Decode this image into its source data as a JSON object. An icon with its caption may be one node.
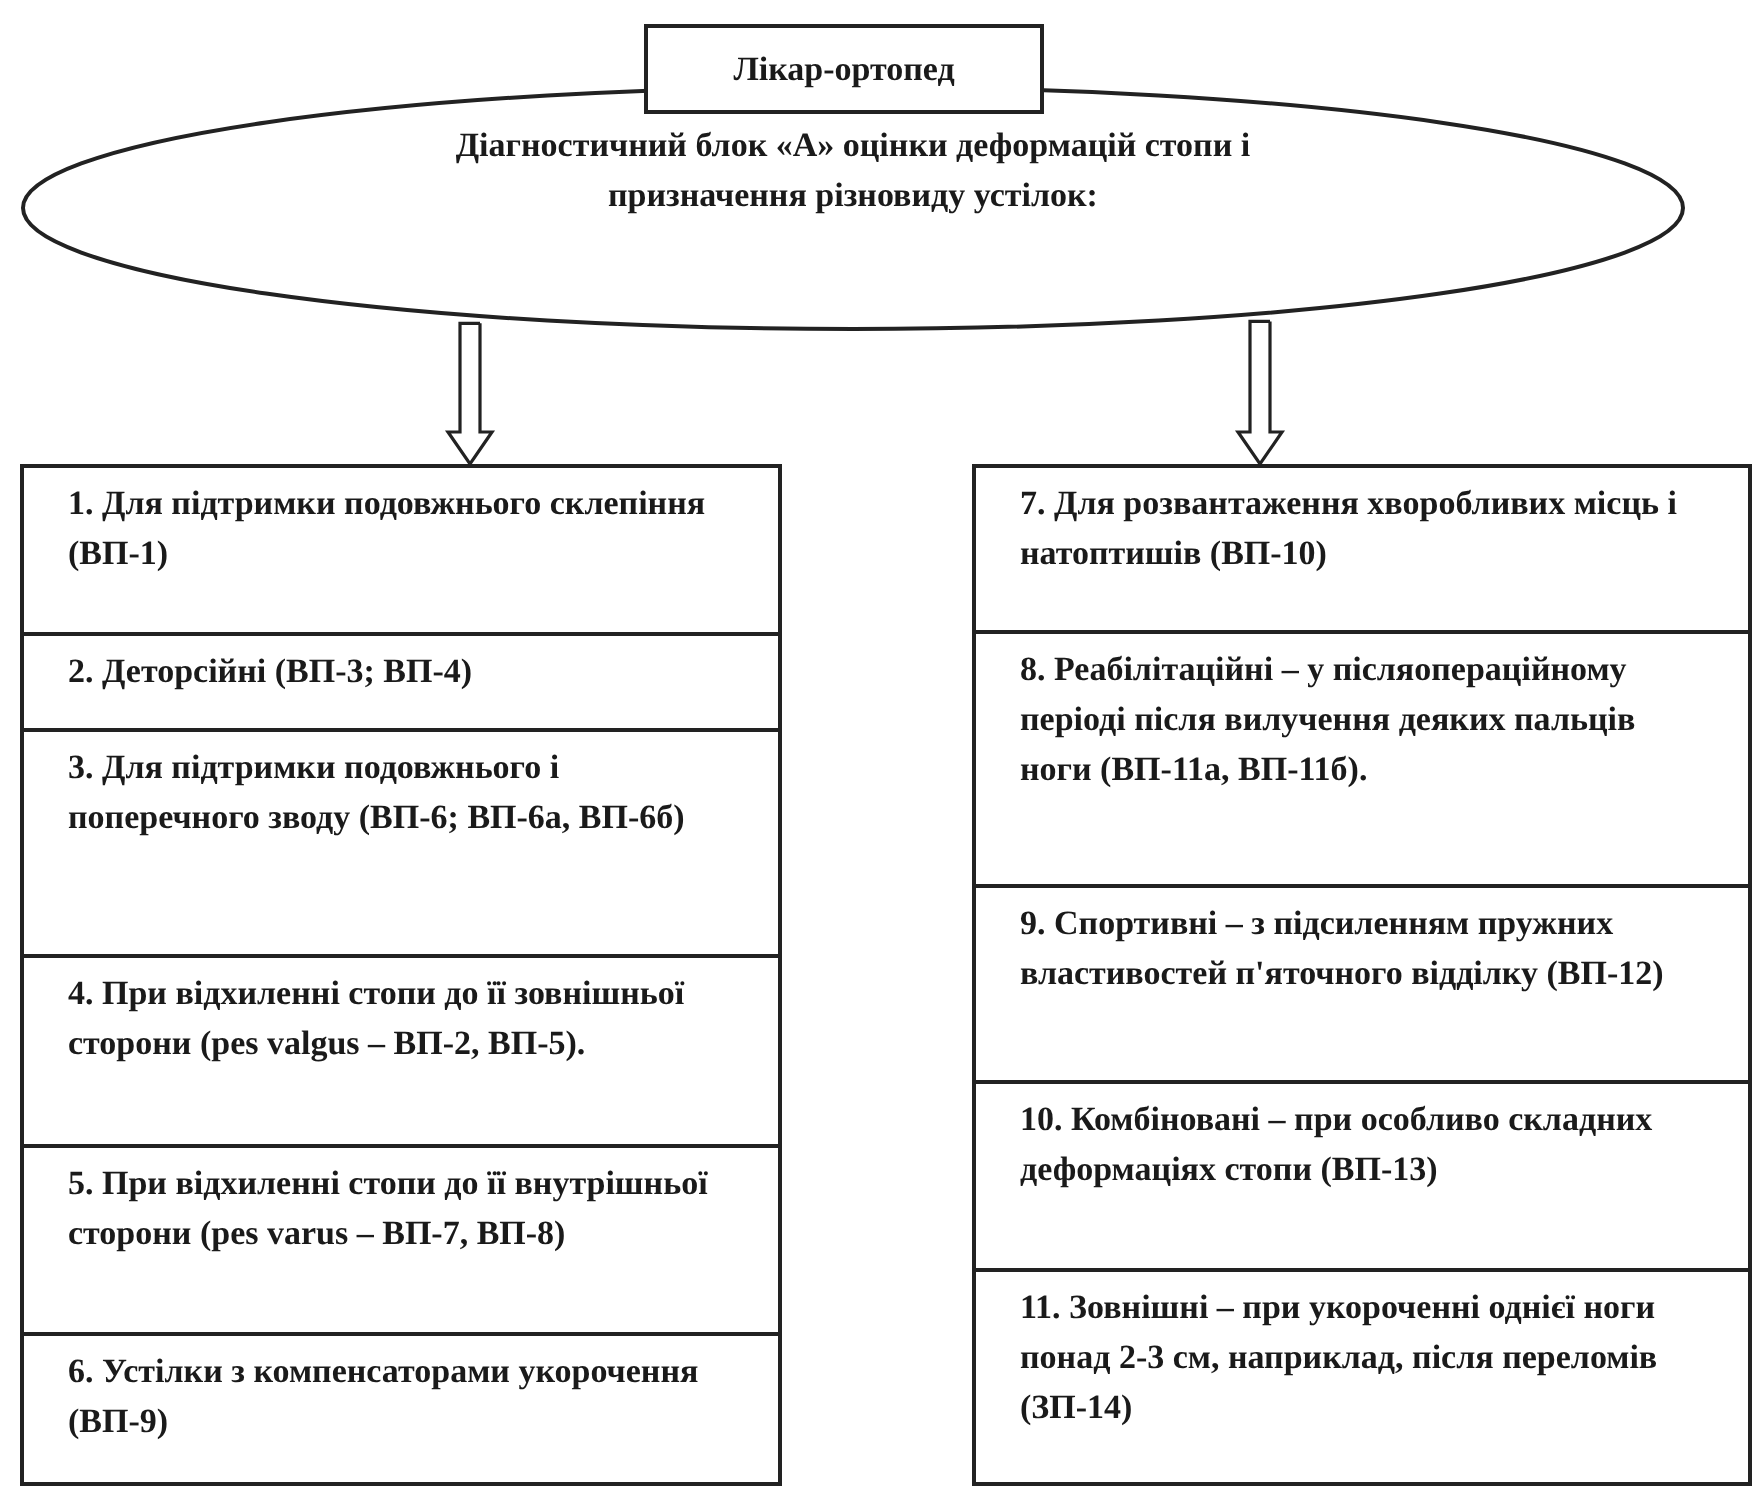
{
  "diagram": {
    "nodes": [
      {
        "text": [
          "Лікар-ортопед"
        ]
      },
      {
        "text": [
          "Діагностичний блок «А» оцінки деформацій стопи і призначення різновиду устілок:"
        ]
      },
      {
        "text": [],
        "shape": "box"
      },
      {
        "text": [
          "1. Для підтримки подовжнього склепіння (ВП-1)"
        ],
        "in": 2
      },
      {
        "text": [
          "2. Деторсійні (ВП-3; ВП-4)"
        ],
        "in": 2
      },
      {
        "text": [
          "3. Для підтримки подовжнього і поперечного зводу (ВП-6; ВП-6а, ВП-6б)"
        ],
        "in": 2
      },
      {
        "text": [
          "4. При відхиленні стопи до її зовнішньої сторони (pes valgus – ВП-2, ВП-5)."
        ],
        "in": 2
      },
      {
        "text": [
          "5. При відхиленні стопи до її внутрішньої сторони (pes varus – ВП-7, ВП-8)"
        ],
        "in": 2
      },
      {
        "text": [
          "6. Устілки з компенсаторами укорочення (ВП-9)"
        ],
        "in": 2
      },
      {
        "text": [],
        "shape": "box"
      },
      {
        "text": [
          "7. Для розвантаження хворобливих місць і натоптишів (ВП-10)"
        ],
        "in": 9
      },
      {
        "text": [
          "8. Реабілітаційні – у післяопераційному періоді після вилучення деяких пальців ноги (ВП-11а, ВП-11б)."
        ],
        "in": 9
      },
      {
        "text": [
          "9. Спортивні – з підсиленням пружних властивостей п'яточного відділку (ВП-12)"
        ],
        "in": 9
      },
      {
        "text": [
          "10. Комбіновані – при особливо складних деформаціях стопи (ВП-13)"
        ],
        "in": 9
      },
      {
        "text": [
          "11. Зовнішні – при укороченні однієї ноги понад 2-3 см, наприклад, після переломів (ЗП-14)"
        ],
        "in": 9
      }
    ],
    "edges": [
      {
        "from": 1,
        "to": 2,
        "arrow": "to"
      },
      {
        "from": 1,
        "to": 9,
        "arrow": "to"
      }
    ]
  }
}
